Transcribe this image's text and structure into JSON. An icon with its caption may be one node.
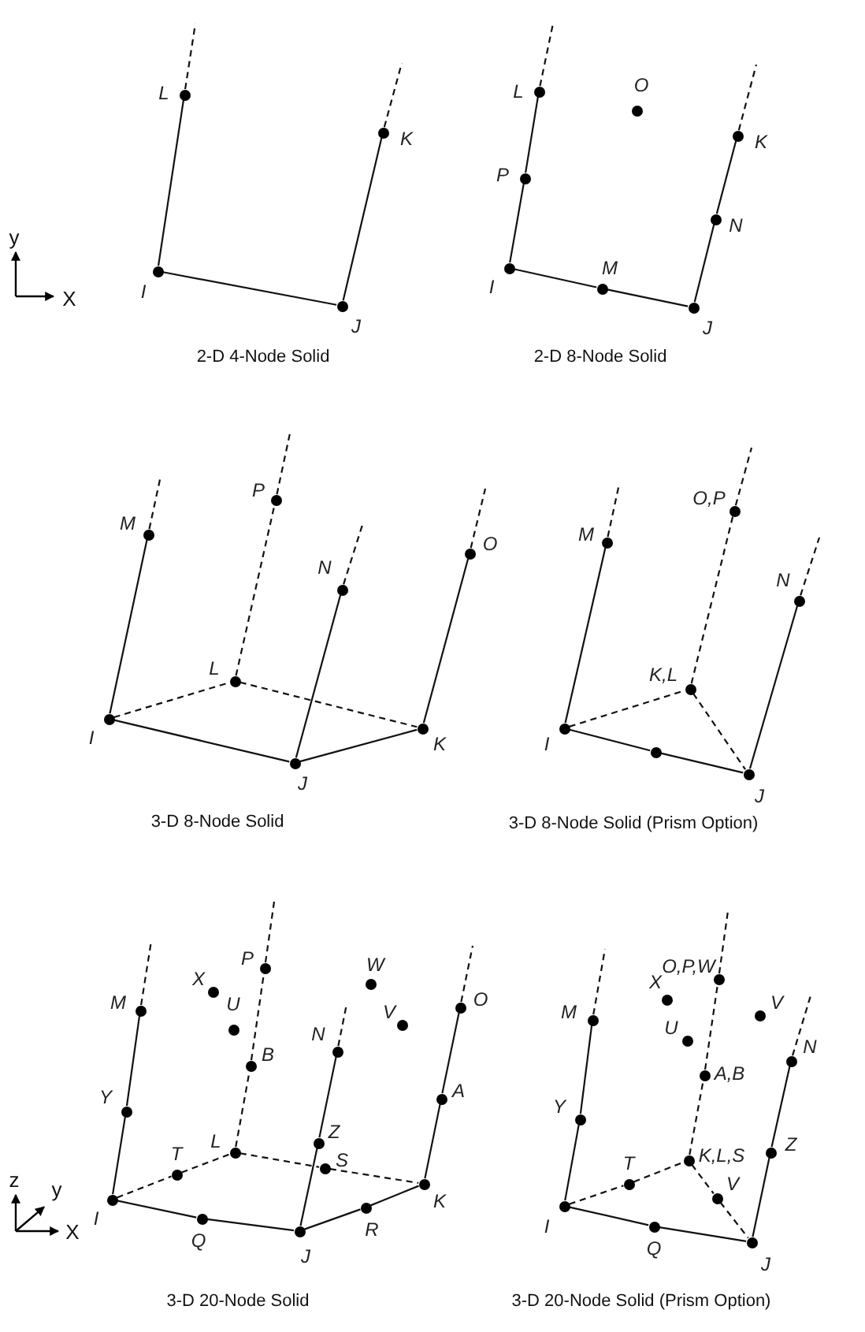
{
  "diagram": {
    "nodes": [
      {
        "text": [
          "L"
        ]
      },
      {
        "text": [
          "K"
        ]
      },
      {
        "text": [
          "I"
        ]
      },
      {
        "text": [
          "J"
        ]
      },
      {
        "text": [
          "L"
        ]
      },
      {
        "text": [
          "O"
        ]
      },
      {
        "text": [
          "P"
        ]
      },
      {
        "text": [
          "K"
        ]
      },
      {
        "text": [
          "N"
        ]
      },
      {
        "text": [
          "I"
        ]
      },
      {
        "text": [
          "M"
        ]
      },
      {
        "text": [
          "J"
        ]
      },
      {
        "text": [
          "M"
        ]
      },
      {
        "text": [
          "P"
        ]
      },
      {
        "text": [
          "N"
        ]
      },
      {
        "text": [
          "O"
        ]
      },
      {
        "text": [
          "L"
        ]
      },
      {
        "text": [
          "I"
        ]
      },
      {
        "text": [
          "K"
        ]
      },
      {
        "text": [
          "J"
        ]
      },
      {
        "text": [
          "M"
        ]
      },
      {
        "text": [
          "O,P"
        ]
      },
      {
        "text": [
          "N"
        ]
      },
      {
        "text": [
          "K,L"
        ]
      },
      {
        "text": [
          "I"
        ]
      },
      {
        "text": [],
        "shape": "circle"
      },
      {
        "text": [
          "J"
        ]
      },
      {
        "text": [
          "M"
        ]
      },
      {
        "text": [
          "P"
        ]
      },
      {
        "text": [
          "X"
        ]
      },
      {
        "text": [
          "W"
        ]
      },
      {
        "text": [
          "U"
        ]
      },
      {
        "text": [
          "N"
        ]
      },
      {
        "text": [
          "V"
        ]
      },
      {
        "text": [
          "O"
        ]
      },
      {
        "text": [
          "B"
        ]
      },
      {
        "text": [
          "Y"
        ]
      },
      {
        "text": [
          "A"
        ]
      },
      {
        "text": [
          "Z"
        ]
      },
      {
        "text": [
          "T"
        ]
      },
      {
        "text": [
          "L"
        ]
      },
      {
        "text": [
          "S"
        ]
      },
      {
        "text": [
          "I"
        ]
      },
      {
        "text": [
          "K"
        ]
      },
      {
        "text": [
          "Q"
        ]
      },
      {
        "text": [
          "R"
        ]
      },
      {
        "text": [
          "J"
        ]
      },
      {
        "text": [
          "M"
        ]
      },
      {
        "text": [
          "O,P,W"
        ]
      },
      {
        "text": [
          "X"
        ]
      },
      {
        "text": [
          "V"
        ]
      },
      {
        "text": [
          "U"
        ]
      },
      {
        "text": [
          "N"
        ]
      },
      {
        "text": [
          "A,B"
        ]
      },
      {
        "text": [
          "Y"
        ]
      },
      {
        "text": [
          "Z"
        ]
      },
      {
        "text": [
          "K,L,S"
        ]
      },
      {
        "text": [
          "T"
        ]
      },
      {
        "text": [
          "V"
        ]
      },
      {
        "text": [
          "I"
        ]
      },
      {
        "text": [
          "Q"
        ]
      },
      {
        "text": [
          "J"
        ]
      }
    ],
    "edges": [
      {
        "from": 0,
        "to": null,
        "arrow": "none",
        "style": "dashed"
      },
      {
        "from": 1,
        "to": null,
        "arrow": "none",
        "style": "dashed"
      },
      {
        "from": 2,
        "to": 0,
        "arrow": "none"
      },
      {
        "from": 2,
        "to": 3,
        "arrow": "none"
      },
      {
        "from": 3,
        "to": 1,
        "arrow": "none"
      },
      {
        "from": 4,
        "to": null,
        "arrow": "none",
        "style": "dashed"
      },
      {
        "from": 7,
        "to": null,
        "arrow": "none",
        "style": "dashed"
      },
      {
        "from": 9,
        "to": 6,
        "arrow": "none"
      },
      {
        "from": 6,
        "to": 4,
        "arrow": "none"
      },
      {
        "from": 9,
        "to": 10,
        "arrow": "none"
      },
      {
        "from": 10,
        "to": 11,
        "arrow": "none"
      },
      {
        "from": 11,
        "to": 8,
        "arrow": "none"
      },
      {
        "from": 8,
        "to": 7,
        "arrow": "none"
      },
      {
        "from": 12,
        "to": null,
        "arrow": "none",
        "style": "dashed"
      },
      {
        "from": 13,
        "to": null,
        "arrow": "none",
        "style": "dashed"
      },
      {
        "from": 14,
        "to": null,
        "arrow": "none",
        "style": "dashed"
      },
      {
        "from": 15,
        "to": null,
        "arrow": "none",
        "style": "dashed"
      },
      {
        "from": 17,
        "to": 12,
        "arrow": "none"
      },
      {
        "from": 16,
        "to": 13,
        "arrow": "none",
        "style": "dashed"
      },
      {
        "from": 19,
        "to": 14,
        "arrow": "none"
      },
      {
        "from": 18,
        "to": 15,
        "arrow": "none"
      },
      {
        "from": 17,
        "to": 16,
        "arrow": "none",
        "style": "dashed"
      },
      {
        "from": 16,
        "to": 18,
        "arrow": "none",
        "style": "dashed"
      },
      {
        "from": 17,
        "to": 19,
        "arrow": "none"
      },
      {
        "from": 19,
        "to": 18,
        "arrow": "none"
      },
      {
        "from": 20,
        "to": null,
        "arrow": "none",
        "style": "dashed"
      },
      {
        "from": 21,
        "to": null,
        "arrow": "none",
        "style": "dashed"
      },
      {
        "from": 22,
        "to": null,
        "arrow": "none",
        "style": "dashed"
      },
      {
        "from": 24,
        "to": 20,
        "arrow": "none"
      },
      {
        "from": 23,
        "to": 21,
        "arrow": "none",
        "style": "dashed"
      },
      {
        "from": 26,
        "to": 22,
        "arrow": "none"
      },
      {
        "from": 24,
        "to": 23,
        "arrow": "none",
        "style": "dashed"
      },
      {
        "from": 23,
        "to": 26,
        "arrow": "none",
        "style": "dashed"
      },
      {
        "from": 24,
        "to": 25,
        "arrow": "none"
      },
      {
        "from": 25,
        "to": 26,
        "arrow": "none"
      },
      {
        "from": 27,
        "to": null,
        "arrow": "none",
        "style": "dashed"
      },
      {
        "from": 28,
        "to": null,
        "arrow": "none",
        "style": "dashed"
      },
      {
        "from": 32,
        "to": null,
        "arrow": "none",
        "style": "dashed"
      },
      {
        "from": 34,
        "to": null,
        "arrow": "none",
        "style": "dashed"
      },
      {
        "from": 42,
        "to": 36,
        "arrow": "none"
      },
      {
        "from": 36,
        "to": 27,
        "arrow": "none"
      },
      {
        "from": 40,
        "to": 35,
        "arrow": "none",
        "style": "dashed"
      },
      {
        "from": 35,
        "to": 28,
        "arrow": "none",
        "style": "dashed"
      },
      {
        "from": 46,
        "to": 38,
        "arrow": "none"
      },
      {
        "from": 38,
        "to": 32,
        "arrow": "none"
      },
      {
        "from": 43,
        "to": 37,
        "arrow": "none"
      },
      {
        "from": 37,
        "to": 34,
        "arrow": "none"
      },
      {
        "from": 42,
        "to": 39,
        "arrow": "none",
        "style": "dashed"
      },
      {
        "from": 39,
        "to": 40,
        "arrow": "none",
        "style": "dashed"
      },
      {
        "from": 40,
        "to": 41,
        "arrow": "none",
        "style": "dashed"
      },
      {
        "from": 41,
        "to": 43,
        "arrow": "none",
        "style": "dashed"
      },
      {
        "from": 42,
        "to": 44,
        "arrow": "none"
      },
      {
        "from": 44,
        "to": 46,
        "arrow": "none"
      },
      {
        "from": 46,
        "to": 45,
        "arrow": "none"
      },
      {
        "from": 45,
        "to": 43,
        "arrow": "none"
      },
      {
        "from": 47,
        "to": null,
        "arrow": "none",
        "style": "dashed"
      },
      {
        "from": 48,
        "to": null,
        "arrow": "none",
        "style": "dashed"
      },
      {
        "from": 52,
        "to": null,
        "arrow": "none",
        "style": "dashed"
      },
      {
        "from": 59,
        "to": 54,
        "arrow": "none"
      },
      {
        "from": 54,
        "to": 47,
        "arrow": "none"
      },
      {
        "from": 56,
        "to": 53,
        "arrow": "none",
        "style": "dashed"
      },
      {
        "from": 53,
        "to": 48,
        "arrow": "none",
        "style": "dashed"
      },
      {
        "from": 61,
        "to": 55,
        "arrow": "none"
      },
      {
        "from": 55,
        "to": 52,
        "arrow": "none"
      },
      {
        "from": 59,
        "to": 57,
        "arrow": "none",
        "style": "dashed"
      },
      {
        "from": 57,
        "to": 56,
        "arrow": "none",
        "style": "dashed"
      },
      {
        "from": 56,
        "to": 58,
        "arrow": "none",
        "style": "dashed"
      },
      {
        "from": 58,
        "to": 61,
        "arrow": "none",
        "style": "dashed"
      },
      {
        "from": 59,
        "to": 60,
        "arrow": "none"
      },
      {
        "from": 60,
        "to": 61,
        "arrow": "none"
      }
    ],
    "labels": [
      "y",
      "X",
      "2-D 4-Node Solid",
      "2-D 8-Node Solid",
      "3-D 8-Node Solid",
      "3-D 8-Node Solid (Prism Option)",
      "z",
      "y",
      "X",
      "3-D 20-Node Solid",
      "3-D 20-Node Solid (Prism Option)"
    ]
  }
}
